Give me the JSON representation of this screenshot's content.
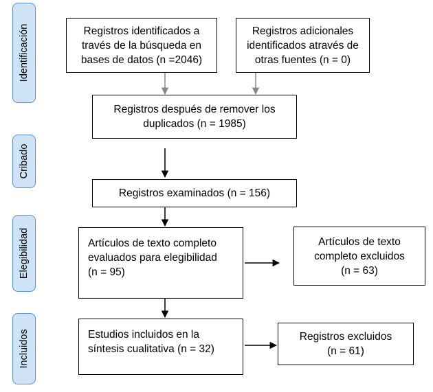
{
  "phases": [
    {
      "id": "identificacion",
      "label": "Identificación"
    },
    {
      "id": "cribado",
      "label": "Cribado"
    },
    {
      "id": "elegibilidad",
      "label": "Elegibilidad"
    },
    {
      "id": "incluidos",
      "label": "Incluidos"
    }
  ],
  "boxes": {
    "db_search": "Registros identificados a\ntravés de la búsqueda en\nbases de datos (n =2046)",
    "other_sources": "Registros adicionales\nidentificados através de\notras fuentes (n = 0)",
    "after_duplicates": "Registros después de remover los\nduplicados (n = 1985)",
    "screened": "Registros examinados (n = 156)",
    "fulltext_assessed": "Artículos de texto completo\nevaluados para elegibilidad\n(n = 95)",
    "fulltext_excluded": "Artículos de texto\ncompleto excluidos\n(n = 63)",
    "included": "Estudios incluidos en la\nsíntesis cualitativa (n = 32)",
    "records_excluded": "Registros excluidos\n(n = 61)"
  }
}
